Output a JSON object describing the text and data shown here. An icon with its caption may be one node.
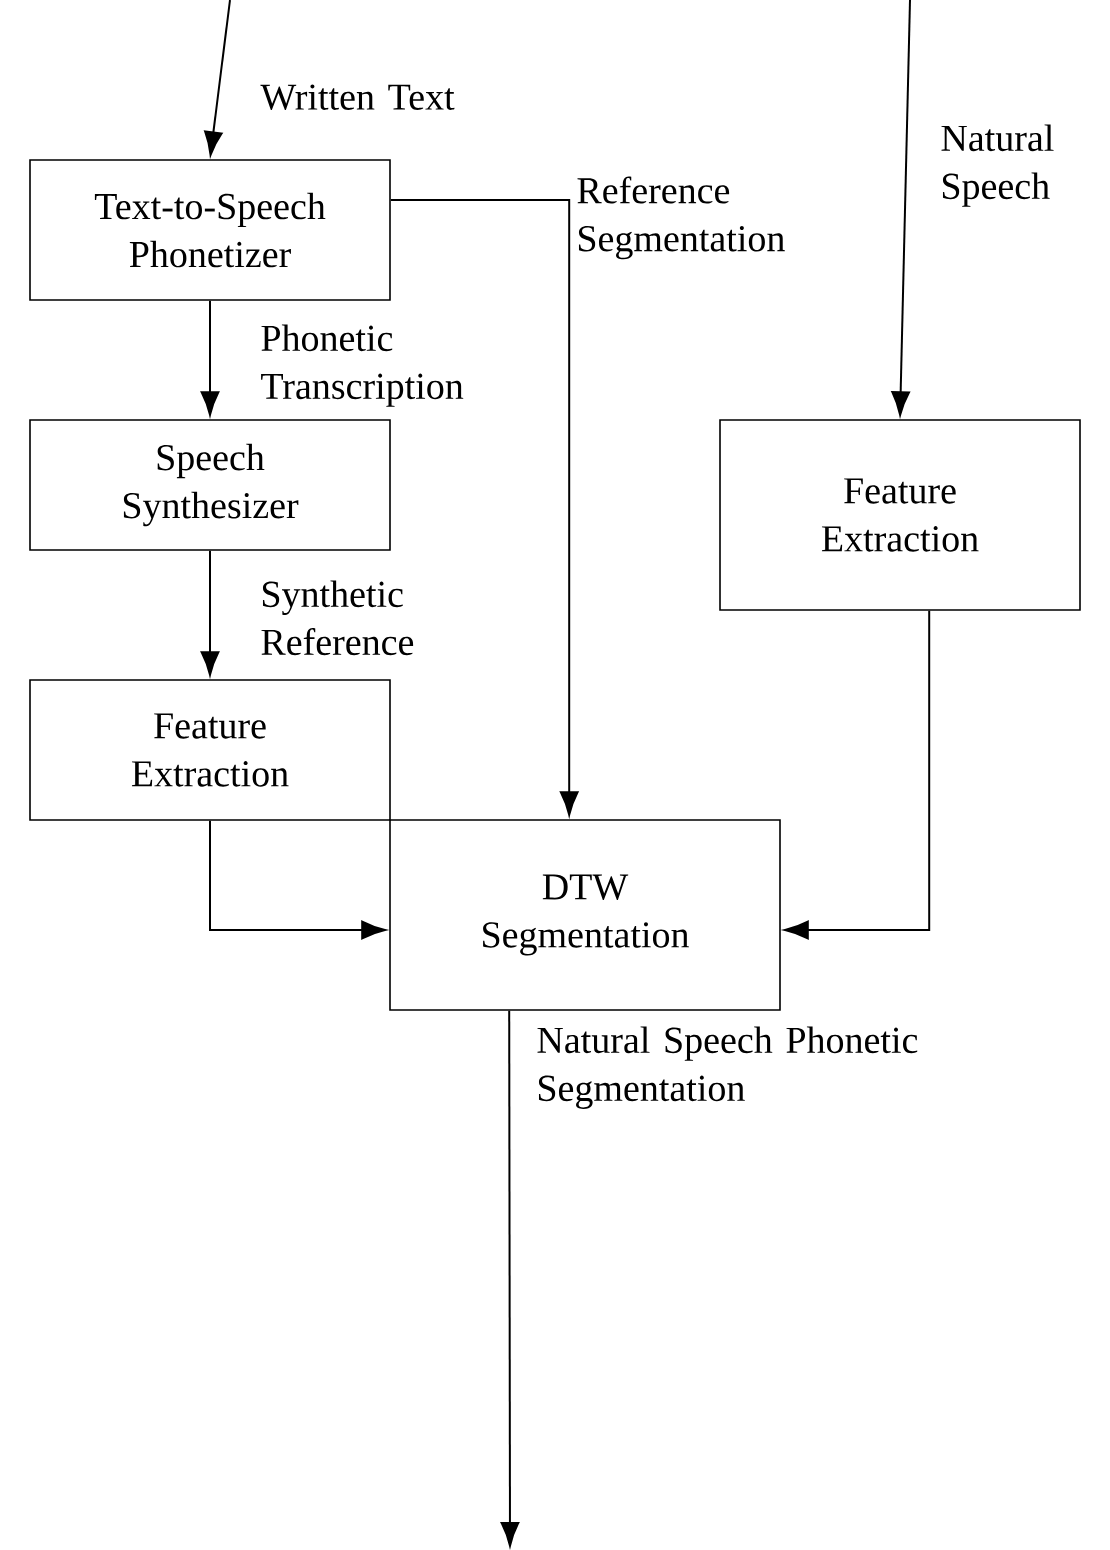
{
  "diagram": {
    "nodes": [
      {
        "text": [
          "Text-to-Speech Phonetizer"
        ]
      },
      {
        "text": [
          "Speech Synthesizer"
        ]
      },
      {
        "text": [
          "Feature Extraction"
        ]
      },
      {
        "text": [
          "Feature Extraction"
        ]
      },
      {
        "text": [
          "DTW Segmentation"
        ]
      }
    ],
    "edges": [
      {
        "from": null,
        "to": 0,
        "arrow": "to",
        "label": "Written Text"
      },
      {
        "from": 0,
        "to": 1,
        "arrow": "to",
        "label": "Phonetic Transcription"
      },
      {
        "from": 1,
        "to": 2,
        "arrow": "to",
        "label": "Synthetic Reference"
      },
      {
        "from": 0,
        "to": 4,
        "arrow": "to",
        "label": "Reference Segmentation"
      },
      {
        "from": null,
        "to": 3,
        "arrow": "to",
        "label": "Natural Speech"
      },
      {
        "from": 2,
        "to": 4,
        "arrow": "to"
      },
      {
        "from": 3,
        "to": 4,
        "arrow": "to"
      },
      {
        "from": 4,
        "to": null,
        "arrow": "to",
        "label": "Natural Speech Phonetic Segmentation"
      }
    ]
  }
}
